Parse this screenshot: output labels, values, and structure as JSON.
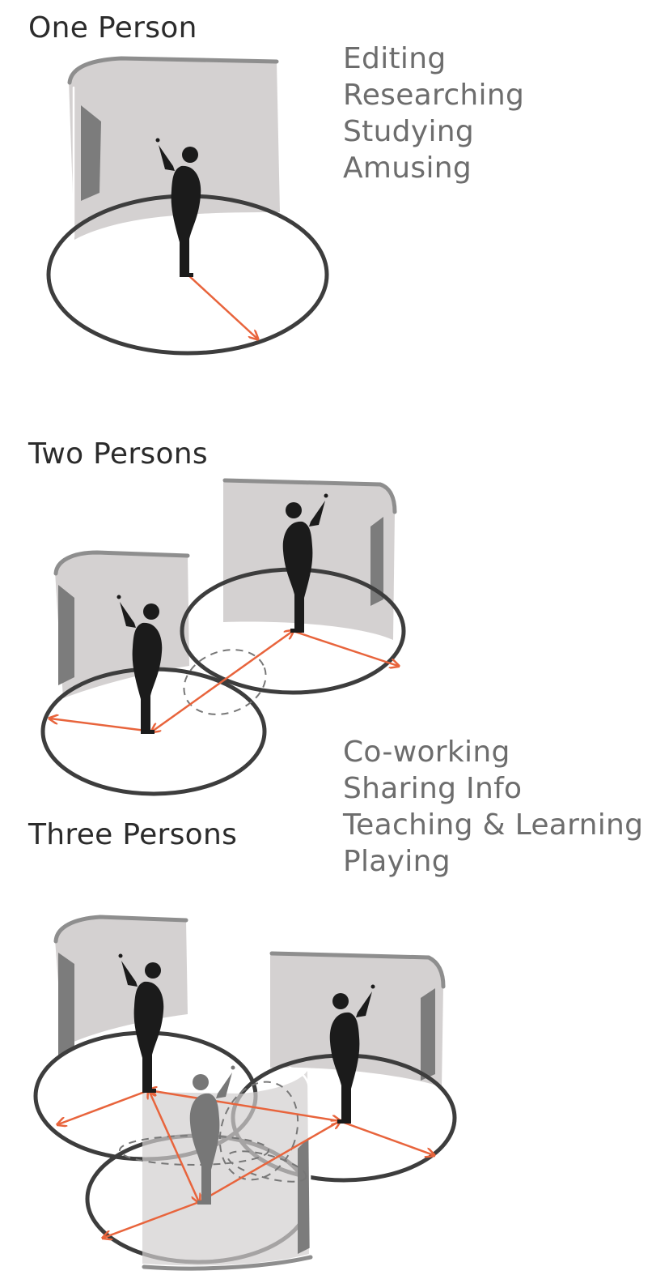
{
  "sections": [
    {
      "heading": "One Person",
      "activities": [
        "Editing",
        "Researching",
        "Studying",
        "Amusing"
      ]
    },
    {
      "heading": "Two Persons",
      "activities": [
        "Co-working",
        "Sharing Info",
        "Teaching & Learning",
        "Playing"
      ]
    },
    {
      "heading": "Three Persons",
      "activities": []
    }
  ],
  "colors": {
    "reach_arrow": "#e8643c",
    "figure": "#1b1b1b",
    "screen": "#cdc9c9",
    "floor_ring": "#3d3d3d"
  }
}
